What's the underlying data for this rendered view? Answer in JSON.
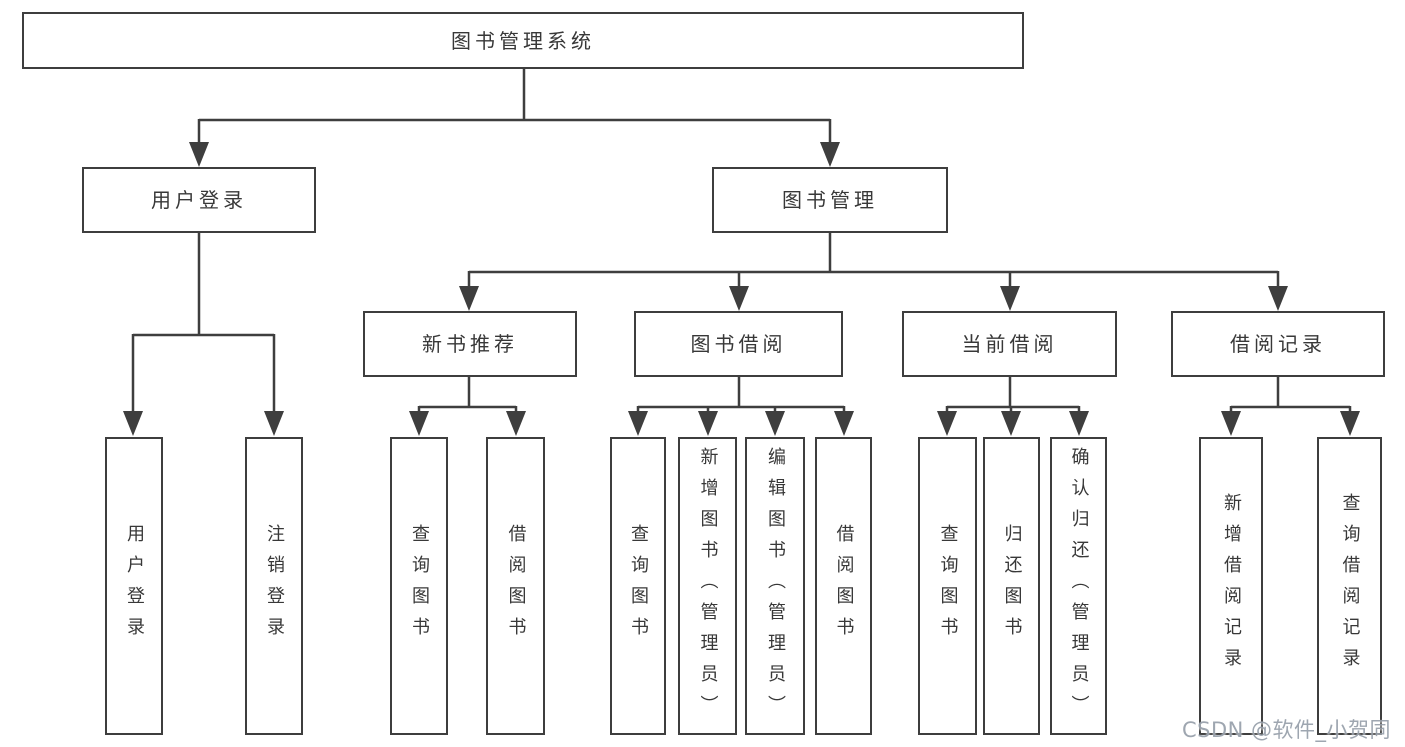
{
  "diagram": {
    "type": "hierarchy-tree",
    "root": {
      "label": "图书管理系统",
      "children": [
        {
          "label": "用户登录",
          "children": [
            {
              "label": "用户登录"
            },
            {
              "label": "注销登录"
            }
          ]
        },
        {
          "label": "图书管理",
          "children": [
            {
              "label": "新书推荐",
              "children": [
                {
                  "label": "查询图书"
                },
                {
                  "label": "借阅图书"
                }
              ]
            },
            {
              "label": "图书借阅",
              "children": [
                {
                  "label": "查询图书"
                },
                {
                  "label": "新增图书（管理员）"
                },
                {
                  "label": "编辑图书（管理员）"
                },
                {
                  "label": "借阅图书"
                }
              ]
            },
            {
              "label": "当前借阅",
              "children": [
                {
                  "label": "查询图书"
                },
                {
                  "label": "归还图书"
                },
                {
                  "label": "确认归还（管理员）"
                }
              ]
            },
            {
              "label": "借阅记录",
              "children": [
                {
                  "label": "新增借阅记录"
                },
                {
                  "label": "查询借阅记录"
                }
              ]
            }
          ]
        }
      ]
    }
  },
  "watermark": {
    "text": "CSDN @软件_小贺同学"
  },
  "colors": {
    "line": "#3e3e3e",
    "box_border": "#3e3e3e",
    "text": "#383838",
    "background": "#ffffff",
    "watermark": "#949ca7"
  }
}
